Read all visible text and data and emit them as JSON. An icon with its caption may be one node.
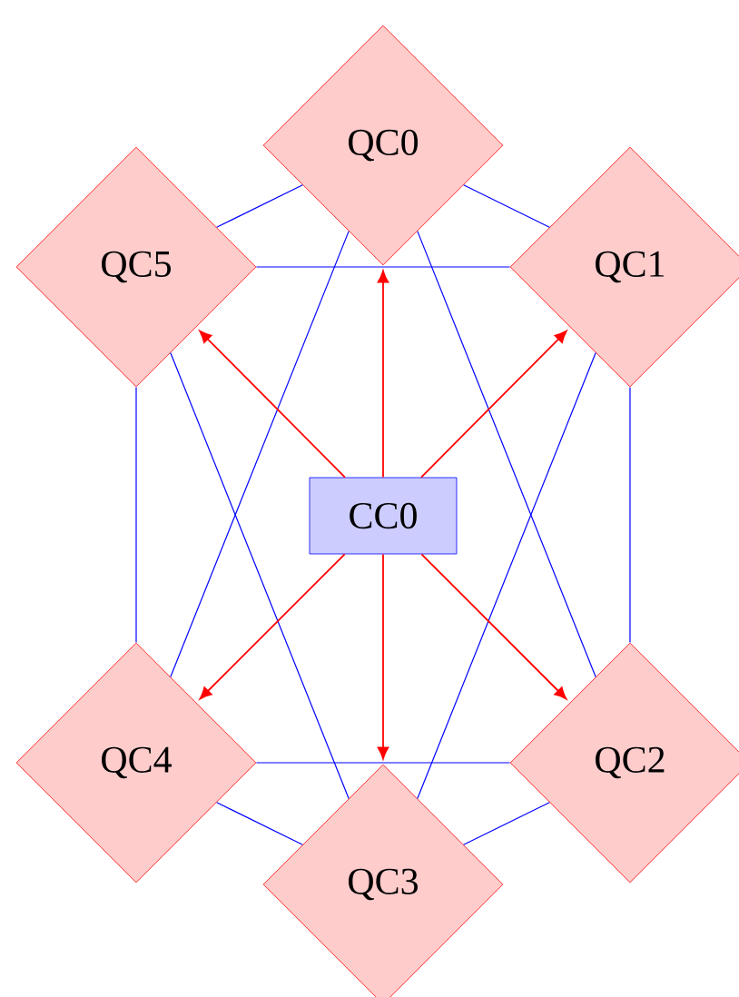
{
  "diagram": {
    "nodes": [
      {
        "text": [
          "QC0"
        ]
      },
      {
        "text": [
          "QC1"
        ]
      },
      {
        "text": [
          "QC2"
        ]
      },
      {
        "text": [
          "QC3"
        ]
      },
      {
        "text": [
          "QC4"
        ]
      },
      {
        "text": [
          "QC5"
        ]
      },
      {
        "text": [
          "CC0"
        ]
      }
    ],
    "edges": [
      {
        "from": 0,
        "to": 1,
        "arrow": "none"
      },
      {
        "from": 0,
        "to": 2,
        "arrow": "none"
      },
      {
        "from": 0,
        "to": 4,
        "arrow": "none"
      },
      {
        "from": 0,
        "to": 5,
        "arrow": "none"
      },
      {
        "from": 1,
        "to": 2,
        "arrow": "none"
      },
      {
        "from": 1,
        "to": 3,
        "arrow": "none"
      },
      {
        "from": 1,
        "to": 5,
        "arrow": "none"
      },
      {
        "from": 2,
        "to": 3,
        "arrow": "none"
      },
      {
        "from": 2,
        "to": 4,
        "arrow": "none"
      },
      {
        "from": 3,
        "to": 4,
        "arrow": "none"
      },
      {
        "from": 3,
        "to": 5,
        "arrow": "none"
      },
      {
        "from": 4,
        "to": 5,
        "arrow": "none"
      },
      {
        "from": 6,
        "to": 0,
        "arrow": "to",
        "color": "#ff0000"
      },
      {
        "from": 6,
        "to": 1,
        "arrow": "to",
        "color": "#ff0000"
      },
      {
        "from": 6,
        "to": 2,
        "arrow": "to",
        "color": "#ff0000"
      },
      {
        "from": 6,
        "to": 3,
        "arrow": "to",
        "color": "#ff0000"
      },
      {
        "from": 6,
        "to": 4,
        "arrow": "to",
        "color": "#ff0000"
      },
      {
        "from": 6,
        "to": 5,
        "arrow": "to",
        "color": "#ff0000"
      }
    ]
  }
}
